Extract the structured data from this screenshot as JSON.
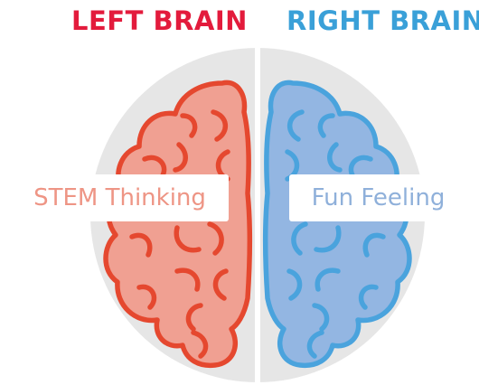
{
  "titles": {
    "left": "LEFT BRAIN",
    "right": "RIGHT BRAIN"
  },
  "labels": {
    "left": "STEM Thinking",
    "right": "Fun Feeling"
  },
  "colors": {
    "left_title": "#e31b3c",
    "right_title": "#3aa0d8",
    "left_fill": "#f0a092",
    "left_stroke": "#e5482f",
    "right_fill": "#93b6e2",
    "right_stroke": "#4aa3dd",
    "backdrop": "#e6e6e6"
  }
}
